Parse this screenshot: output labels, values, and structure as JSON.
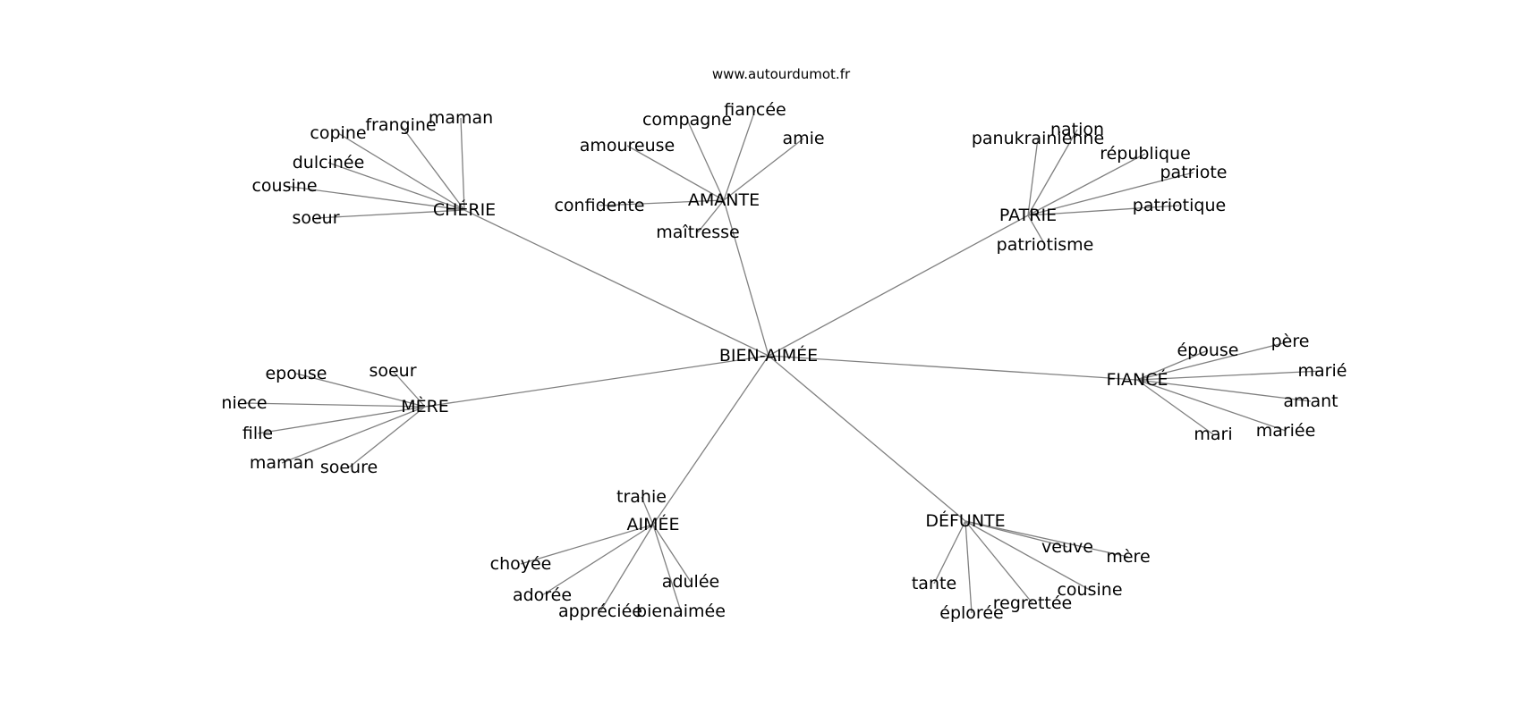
{
  "source": "www.autourdumot.fr",
  "colors": {
    "edge": "#808080",
    "text": "#000000",
    "background": "#ffffff"
  },
  "center": {
    "label": "BIEN-AIMÉE"
  },
  "hubs": [
    {
      "id": "cherie",
      "label": "CHÉRIE",
      "leaves": [
        "maman",
        "frangine",
        "copine",
        "dulcinée",
        "cousine",
        "soeur"
      ]
    },
    {
      "id": "amante",
      "label": "AMANTE",
      "leaves": [
        "fiancée",
        "compagne",
        "amie",
        "amoureuse",
        "confidente",
        "maîtresse"
      ]
    },
    {
      "id": "patrie",
      "label": "PATRIE",
      "leaves": [
        "panukrainienne",
        "nation",
        "république",
        "patriote",
        "patriotique",
        "patriotisme"
      ]
    },
    {
      "id": "mere",
      "label": "MÈRE",
      "leaves": [
        "epouse",
        "soeur",
        "niece",
        "fille",
        "maman",
        "soeure"
      ]
    },
    {
      "id": "fiance",
      "label": "FIANCÉ",
      "leaves": [
        "épouse",
        "père",
        "marié",
        "amant",
        "mariée",
        "mari"
      ]
    },
    {
      "id": "aimee",
      "label": "AIMÉE",
      "leaves": [
        "trahie",
        "choyée",
        "adorée",
        "appréciée",
        "adulée",
        "bienaimée"
      ]
    },
    {
      "id": "defunte",
      "label": "DÉFUNTE",
      "leaves": [
        "veuve",
        "mère",
        "tante",
        "cousine",
        "regrettée",
        "éplorée"
      ]
    }
  ]
}
